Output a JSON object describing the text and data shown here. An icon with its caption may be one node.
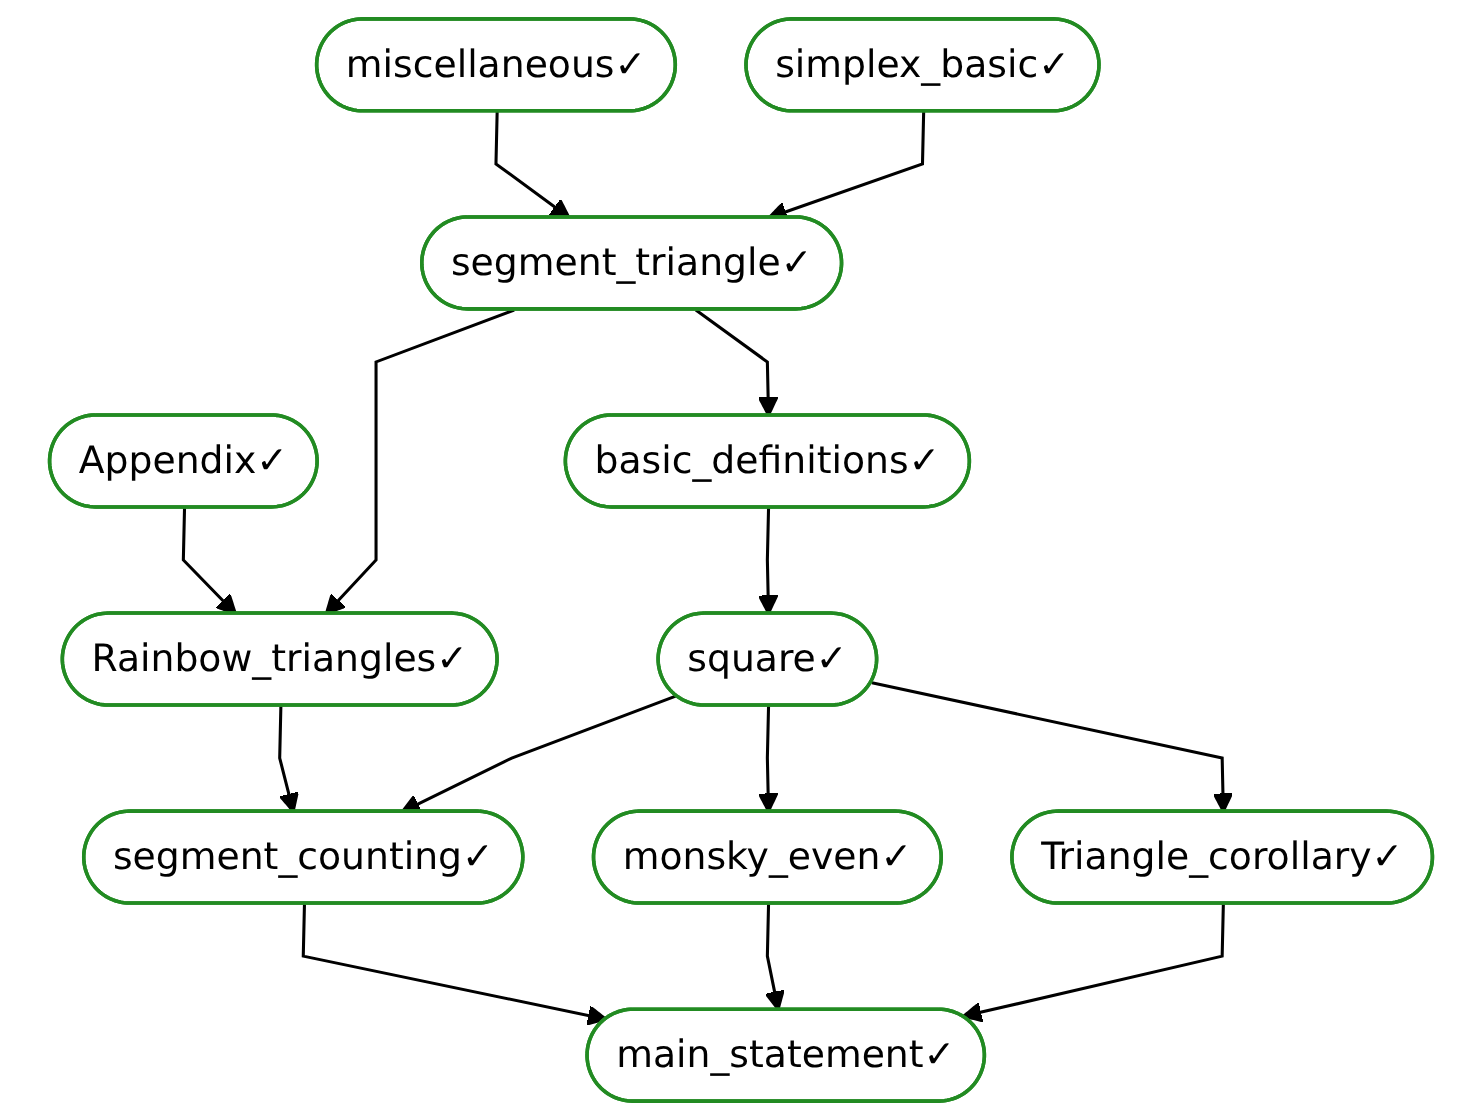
{
  "diagram": {
    "nodes": [
      {
        "text": [
          "miscellaneous✓"
        ]
      },
      {
        "text": [
          "simplex_basic✓"
        ]
      },
      {
        "text": [
          "Appendix✓"
        ]
      },
      {
        "text": [
          "segment_triangle✓"
        ]
      },
      {
        "text": [
          "Rainbow_triangles✓"
        ]
      },
      {
        "text": [
          "basic_definitions✓"
        ]
      },
      {
        "text": [
          "square✓"
        ]
      },
      {
        "text": [
          "segment_counting✓"
        ]
      },
      {
        "text": [
          "monsky_even✓"
        ]
      },
      {
        "text": [
          "Triangle_corollary✓"
        ]
      },
      {
        "text": [
          "main_statement✓"
        ]
      }
    ],
    "edges": [
      {
        "from": 0,
        "to": 3,
        "arrow": "to"
      },
      {
        "from": 1,
        "to": 3,
        "arrow": "to"
      },
      {
        "from": 2,
        "to": 4,
        "arrow": "to"
      },
      {
        "from": 3,
        "to": 4,
        "arrow": "to"
      },
      {
        "from": 3,
        "to": 5,
        "arrow": "to"
      },
      {
        "from": 5,
        "to": 6,
        "arrow": "to"
      },
      {
        "from": 4,
        "to": 7,
        "arrow": "to"
      },
      {
        "from": 6,
        "to": 7,
        "arrow": "to"
      },
      {
        "from": 6,
        "to": 8,
        "arrow": "to"
      },
      {
        "from": 6,
        "to": 9,
        "arrow": "to"
      },
      {
        "from": 7,
        "to": 10,
        "arrow": "to"
      },
      {
        "from": 8,
        "to": 10,
        "arrow": "to"
      },
      {
        "from": 9,
        "to": 10,
        "arrow": "to"
      }
    ]
  }
}
